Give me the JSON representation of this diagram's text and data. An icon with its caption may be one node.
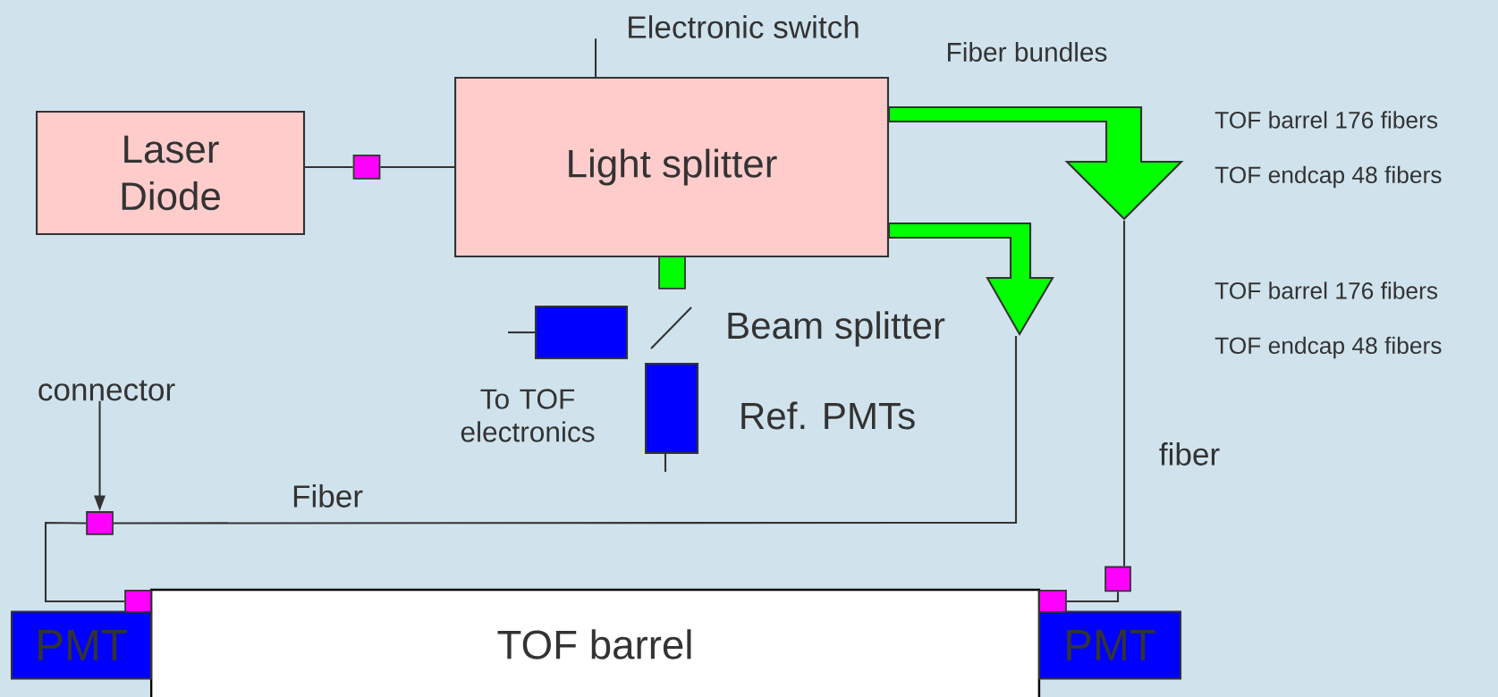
{
  "diagram": {
    "nodes": [
      {
        "text": [
          "Laser Diode"
        ]
      },
      {
        "text": [],
        "shape": "box"
      },
      {
        "text": [
          "Light splitter"
        ]
      },
      {
        "text": [
          "Electronic switch"
        ]
      },
      {
        "text": [],
        "shape": "box"
      },
      {
        "text": [],
        "shape": "box"
      },
      {
        "text": [
          "connector"
        ]
      },
      {
        "text": [],
        "shape": "box"
      },
      {
        "text": [
          "TOF barrel"
        ]
      },
      {
        "text": [
          "PMT"
        ]
      },
      {
        "text": [],
        "shape": "box"
      },
      {
        "text": [
          "PMT"
        ]
      },
      {
        "text": [],
        "shape": "box"
      },
      {
        "text": [],
        "shape": "box"
      }
    ],
    "edges": [
      {
        "from": 0,
        "to": 1,
        "arrow": "none"
      },
      {
        "from": 1,
        "to": 2,
        "arrow": "none"
      },
      {
        "from": 3,
        "to": 2,
        "arrow": "none"
      },
      {
        "from": 2,
        "to": null,
        "arrow": "to",
        "style": "thick",
        "color": "#00ff00"
      },
      {
        "from": 2,
        "to": null,
        "arrow": "to",
        "style": "thick",
        "color": "#00ff00"
      },
      {
        "from": 6,
        "to": 7,
        "arrow": "to"
      },
      {
        "from": null,
        "to": 7,
        "arrow": "none",
        "label": "Fiber"
      },
      {
        "from": 7,
        "to": 10,
        "arrow": "none"
      },
      {
        "from": null,
        "to": 13,
        "arrow": "none",
        "label": "fiber"
      },
      {
        "from": 13,
        "to": 12,
        "arrow": "none"
      }
    ],
    "labels": [
      "Fiber bundles",
      "TOF barrel 176 fibers",
      "TOF endcap 48 fibers",
      "TOF barrel 176 fibers",
      "TOF endcap 48 fibers",
      "Beam splitter",
      "To TOF electronics",
      "Ref. PMTs"
    ]
  }
}
